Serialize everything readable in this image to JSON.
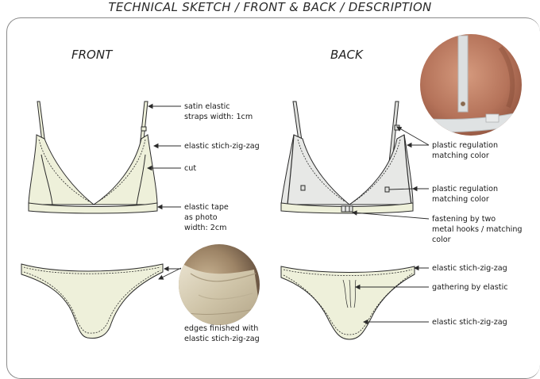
{
  "title": "TECHNICAL SKETCH / FRONT & BACK / DESCRIPTION",
  "views": {
    "front": "FRONT",
    "back": "BACK"
  },
  "colors": {
    "fabric": "#eef0da",
    "outline": "#2b2b2b",
    "lining": "#e7e8e6",
    "strap": "#dfe0dd"
  },
  "front_labels": {
    "straps": [
      "satin elastic",
      "straps width: 1cm"
    ],
    "zigzag": "elastic stich-zig-zag",
    "cut": "cut",
    "tape": [
      "elastic tape",
      "as photo",
      "width: 2cm"
    ],
    "edges": [
      "edges finished with",
      "elastic stich-zig-zag"
    ]
  },
  "back_labels": {
    "regulation_1": [
      "plastic regulation",
      "matching color"
    ],
    "regulation_2": [
      "plastic regulation",
      "matching color"
    ],
    "fastening": [
      "fastening by two",
      "metal hooks / matching",
      "color"
    ],
    "zigzag_top": "elastic stich-zig-zag",
    "gathering": "gathering by elastic",
    "zigzag_bottom": "elastic stich-zig-zag"
  },
  "icons": [
    "strap-detail-photo",
    "fabric-detail-photo"
  ]
}
